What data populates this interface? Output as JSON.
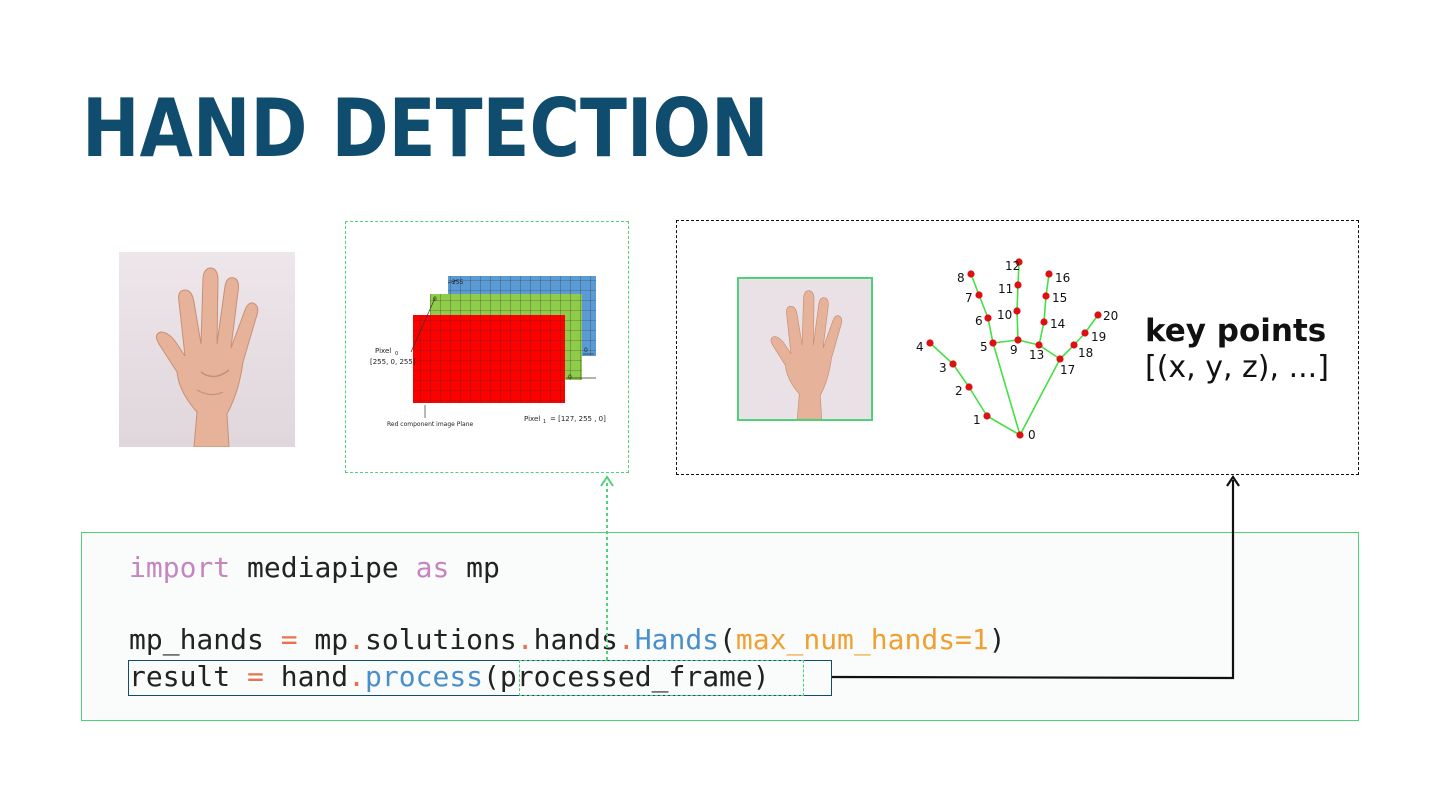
{
  "slide": {
    "title": "HAND DETECTION"
  },
  "rgb_diagram": {
    "pixel_left_label": "Pixel",
    "pixel_left_sub": "0",
    "pixel_left_value": "[255, 0, 255]",
    "pixel_right_label": "Pixel",
    "pixel_right_sub": "1",
    "pixel_right_value": "= [127, 255 , 0]",
    "plane_caption": "Red component image Plane",
    "blue_corner_label": "255",
    "green_corner_label": "0",
    "green_side_label": "0",
    "red_corner_label": "0",
    "colors": {
      "red": "#ff0000",
      "green": "#8fcc4a",
      "blue": "#5b9bd5"
    }
  },
  "keypoints": {
    "title": "key points",
    "format": "[(x, y, z), ...]",
    "landmark_labels": [
      "0",
      "1",
      "2",
      "3",
      "4",
      "5",
      "6",
      "7",
      "8",
      "9",
      "10",
      "11",
      "12",
      "13",
      "14",
      "15",
      "16",
      "17",
      "18",
      "19",
      "20"
    ],
    "colors": {
      "bone": "#44e044",
      "joint": "#dd1111"
    }
  },
  "code": {
    "line1": {
      "kw_import": "import",
      "module": " mediapipe ",
      "kw_as": "as",
      "alias": " mp"
    },
    "line2": {
      "var": "mp_hands ",
      "eq": "=",
      "obj": " mp",
      "dot1": ".",
      "attr1": "solutions",
      "dot2": ".",
      "attr2": "hands",
      "dot3": ".",
      "cls": "Hands",
      "paren_open": "(",
      "arg": "max_num_hands=1",
      "paren_close": ")"
    },
    "line3": {
      "var": "result ",
      "eq": "=",
      "obj": " hand",
      "dot": ".",
      "fn": "process",
      "paren_open": "(",
      "arg": "processed_frame",
      "paren_close": ")"
    }
  },
  "colors": {
    "title": "#0f4c6e",
    "accent_green": "#4fd17a"
  }
}
